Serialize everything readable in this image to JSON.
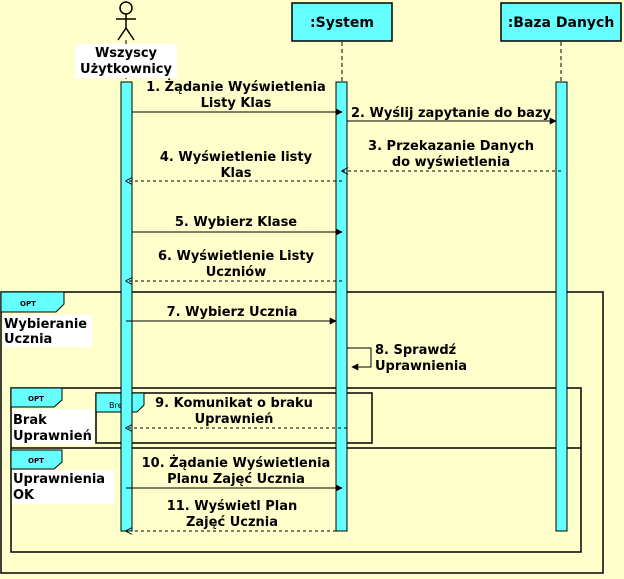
{
  "participants": {
    "actor": [
      "Wszyscy",
      "Użytkownicy"
    ],
    "system": ":System",
    "db": ":Baza Danych"
  },
  "messages": {
    "m1": [
      "1. Żądanie Wyświetlenia",
      "Listy Klas"
    ],
    "m2": [
      "2. Wyślij zapytanie do bazy"
    ],
    "m3": [
      "3. Przekazanie Danych",
      "do wyświetlenia"
    ],
    "m4": [
      "4. Wyświetlenie listy",
      "Klas"
    ],
    "m5": [
      "5. Wybierz Klase"
    ],
    "m6": [
      "6. Wyświetlenie Listy",
      "Uczniów"
    ],
    "m7": [
      "7. Wybierz Ucznia"
    ],
    "m8": [
      "8. Sprawdź",
      "Uprawnienia"
    ],
    "m9": [
      "9. Komunikat o braku",
      "Uprawnień"
    ],
    "m10": [
      "10. Żądanie Wyświetlenia",
      "Planu Zajęć Ucznia"
    ],
    "m11": [
      "11. Wyświetl Plan",
      "Zajęć Ucznia"
    ]
  },
  "fragments": {
    "outer": {
      "tag": "OPT",
      "guard": [
        "Wybieranie",
        "Ucznia"
      ]
    },
    "inner": {
      "tag": "OPT",
      "guard1": [
        "Brak",
        "Uprawnień"
      ],
      "guard2": [
        "Uprawnienia",
        "OK"
      ]
    },
    "break_tag": "Break"
  },
  "colors": {
    "background": "#FFFFCC",
    "lifeline": "#66FFFF",
    "participant_box": "#66FFFF"
  }
}
